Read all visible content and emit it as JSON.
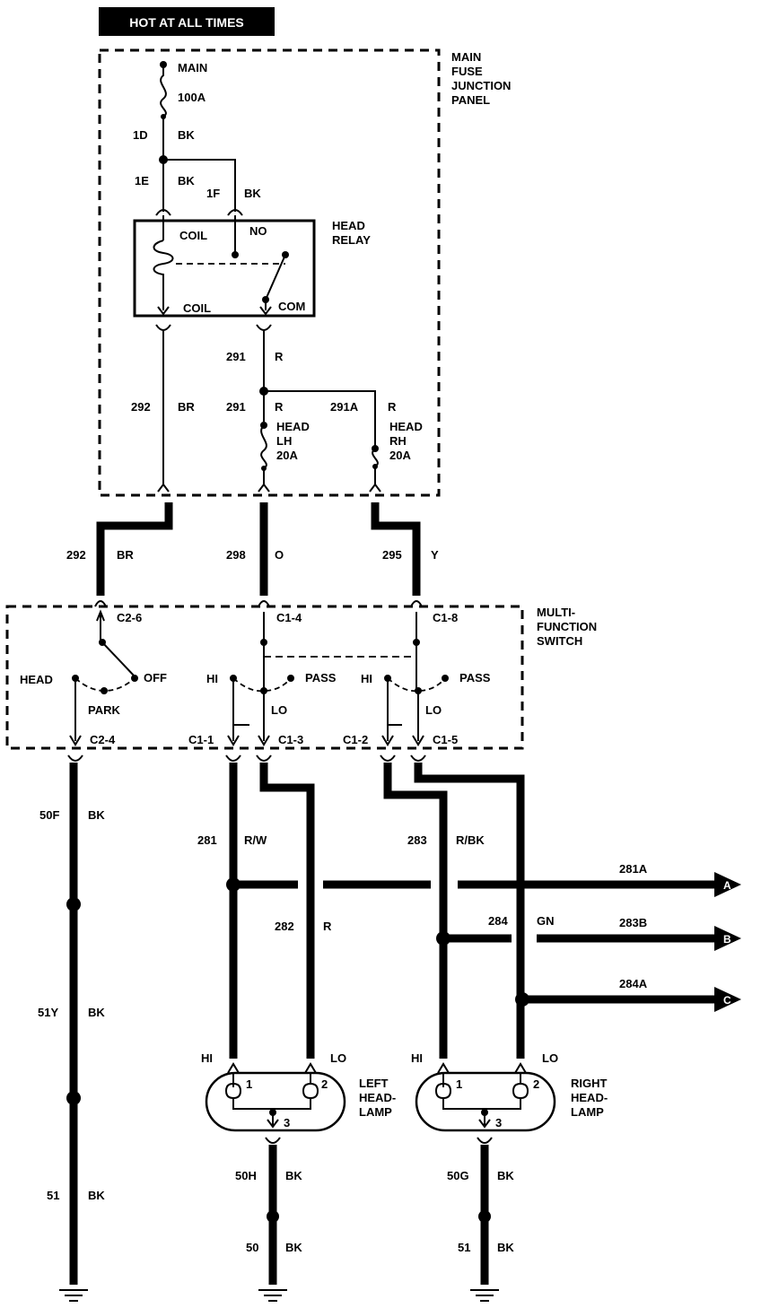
{
  "header": "HOT AT ALL TIMES",
  "panel": {
    "main": "MAIN",
    "fuse": "100A",
    "title": [
      "MAIN",
      "FUSE",
      "JUNCTION",
      "PANEL"
    ]
  },
  "wires_top": {
    "w1d": "1D",
    "bk1": "BK",
    "w1e": "1E",
    "bk2": "BK",
    "w1f": "1F",
    "bk3": "BK"
  },
  "relay": {
    "coil_top": "COIL",
    "no": "NO",
    "coil_bot": "COIL",
    "com": "COM",
    "title": [
      "HEAD",
      "RELAY"
    ]
  },
  "fuse_section": {
    "w291a": "291",
    "r_a": "R",
    "w292": "292",
    "br_a": "BR",
    "w291b": "291",
    "r_b": "R",
    "w291A": "291A",
    "r_c": "R",
    "lh": [
      "HEAD",
      "LH",
      "20A"
    ],
    "rh": [
      "HEAD",
      "RH",
      "20A"
    ]
  },
  "mid_wires": {
    "w292": "292",
    "br": "BR",
    "w298": "298",
    "o": "O",
    "w295": "295",
    "y": "Y"
  },
  "switch": {
    "title": [
      "MULTI-",
      "FUNCTION",
      "SWITCH"
    ],
    "c26": "C2-6",
    "c14": "C1-4",
    "c18": "C1-8",
    "head": "HEAD",
    "off": "OFF",
    "park": "PARK",
    "hi1": "HI",
    "pass1": "PASS",
    "lo1": "LO",
    "hi2": "HI",
    "pass2": "PASS",
    "lo2": "LO",
    "c24": "C2-4",
    "c11": "C1-1",
    "c13": "C1-3",
    "c12": "C1-2",
    "c15": "C1-5"
  },
  "lower": {
    "w50f": "50F",
    "bk_a": "BK",
    "w281": "281",
    "rw": "R/W",
    "w283": "283",
    "rbk": "R/BK",
    "w282": "282",
    "r": "R",
    "w284": "284",
    "gn": "GN",
    "w51y": "51Y",
    "bk_b": "BK",
    "w51": "51",
    "bk_c": "BK",
    "arrows": [
      {
        "wire": "281A",
        "tag": "A"
      },
      {
        "wire": "283B",
        "tag": "B"
      },
      {
        "wire": "284A",
        "tag": "C"
      }
    ]
  },
  "lamps": {
    "left": {
      "hi": "HI",
      "lo": "LO",
      "p1": "1",
      "p2": "2",
      "p3": "3",
      "title": [
        "LEFT",
        "HEAD-",
        "LAMP"
      ],
      "w50h": "50H",
      "bk1": "BK",
      "w50": "50",
      "bk2": "BK"
    },
    "right": {
      "hi": "HI",
      "lo": "LO",
      "p1": "1",
      "p2": "2",
      "p3": "3",
      "title": [
        "RIGHT",
        "HEAD-",
        "LAMP"
      ],
      "w50g": "50G",
      "bk1": "BK",
      "w51": "51",
      "bk2": "BK"
    }
  }
}
